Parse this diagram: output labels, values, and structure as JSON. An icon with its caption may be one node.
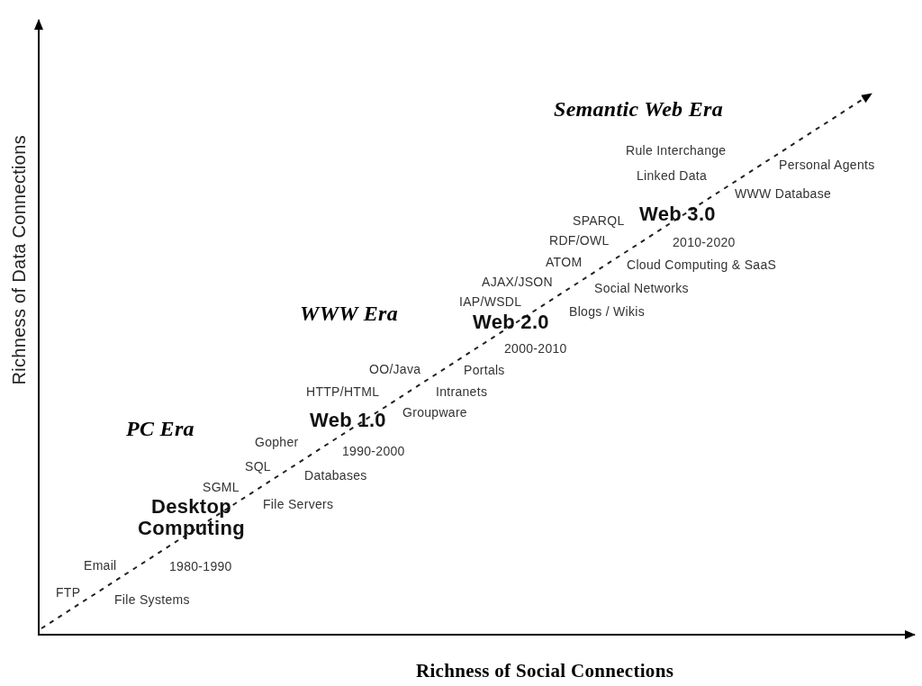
{
  "diagram": {
    "labels": [
      "Semantic Web Era",
      "Rule Interchange",
      "Personal Agents",
      "Linked Data",
      "WWW Database",
      "SPARQL",
      "Web 3.0",
      "RDF/OWL",
      "2010-2020",
      "ATOM",
      "Cloud Computing & SaaS",
      "AJAX/JSON",
      "Social Networks",
      "WWW Era",
      "IAP/WSDL",
      "Blogs / Wikis",
      "Web 2.0",
      "2000-2010",
      "OO/Java",
      "Portals",
      "HTTP/HTML",
      "Intranets",
      "Groupware",
      "PC Era",
      "Web 1.0",
      "Gopher",
      "1990-2000",
      "SQL",
      "Databases",
      "SGML",
      "File Servers",
      "Desktop Computing",
      "Email",
      "1980-1990",
      "FTP",
      "File Systems",
      "Richness of Data Connections",
      "Richness of Social Connections"
    ]
  }
}
